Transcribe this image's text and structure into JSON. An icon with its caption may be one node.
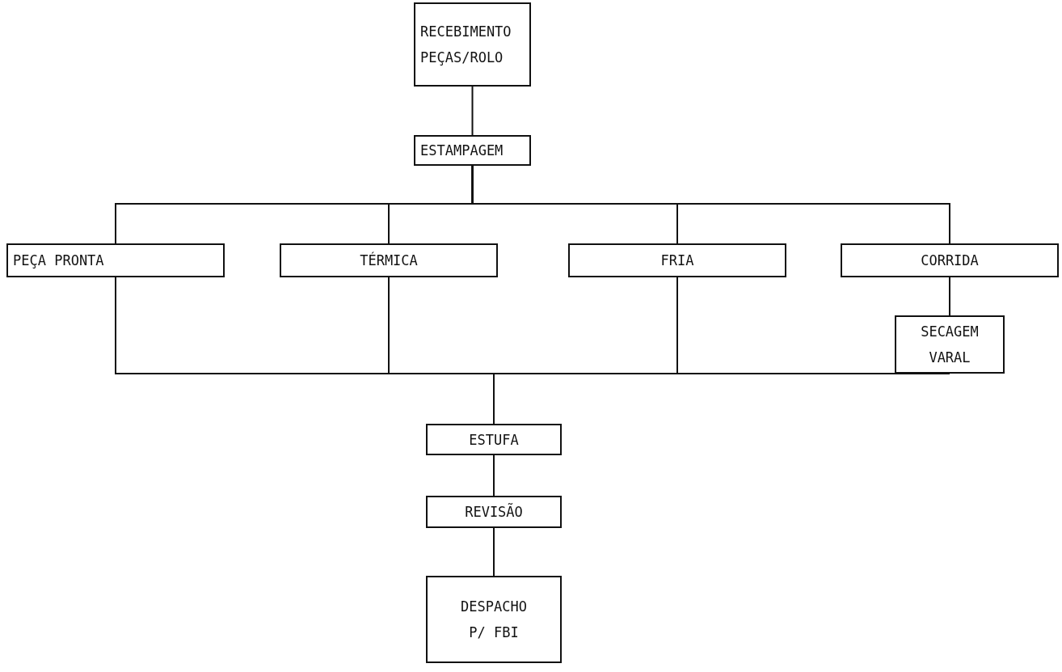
{
  "diagram": {
    "nodes": [
      {
        "text": [
          "RECEBIMENTO PEÇAS/ROLO"
        ]
      },
      {
        "text": [
          "ESTAMPAGEM"
        ]
      },
      {
        "text": [
          "PEÇA PRONTA"
        ]
      },
      {
        "text": [
          "TÉRMICA"
        ]
      },
      {
        "text": [
          "FRIA"
        ]
      },
      {
        "text": [
          "CORRIDA"
        ]
      },
      {
        "text": [
          "SECAGEM VARAL"
        ]
      },
      {
        "text": [
          "ESTUFA"
        ]
      },
      {
        "text": [
          "REVISÃO"
        ]
      },
      {
        "text": [
          "DESPACHO P/ FBI"
        ]
      }
    ],
    "edges": [
      {
        "from": 0,
        "to": 1,
        "arrow": "none"
      },
      {
        "from": 1,
        "to": 2,
        "arrow": "none"
      },
      {
        "from": 1,
        "to": 3,
        "arrow": "none"
      },
      {
        "from": 1,
        "to": 4,
        "arrow": "none"
      },
      {
        "from": 1,
        "to": 5,
        "arrow": "none"
      },
      {
        "from": 5,
        "to": 6,
        "arrow": "none"
      },
      {
        "from": 2,
        "to": 7,
        "arrow": "none"
      },
      {
        "from": 3,
        "to": 7,
        "arrow": "none"
      },
      {
        "from": 4,
        "to": 7,
        "arrow": "none"
      },
      {
        "from": 6,
        "to": 7,
        "arrow": "none"
      },
      {
        "from": 7,
        "to": 8,
        "arrow": "none"
      },
      {
        "from": 8,
        "to": 9,
        "arrow": "none"
      }
    ]
  }
}
